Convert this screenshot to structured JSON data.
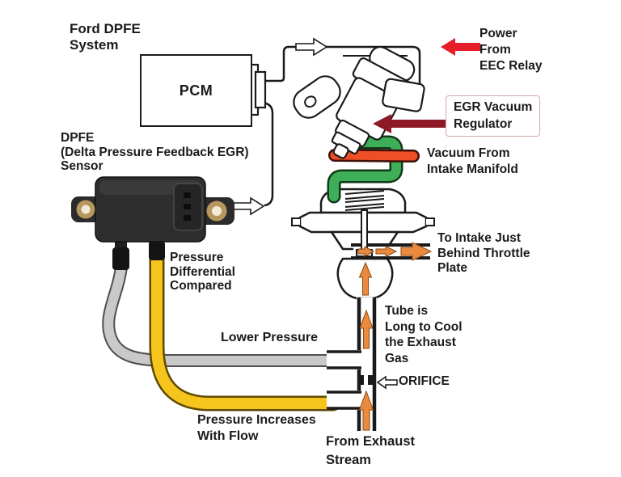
{
  "diagram": {
    "title": "Ford DPFE\nSystem",
    "pcm_label": "PCM",
    "sensor_label": "DPFE\n(Delta Pressure Feedback EGR)\nSensor",
    "labels": {
      "power_from_relay": "Power\nFrom\nEEC Relay",
      "egr_vacuum_regulator": "EGR Vacuum\nRegulator",
      "vacuum_from_intake": "Vacuum From\nIntake Manifold",
      "pressure_differential": "Pressure\nDifferential\nCompared",
      "lower_pressure": "Lower Pressure",
      "pressure_increases": "Pressure Increases\nWith Flow",
      "to_intake": "To Intake Just\nBehind Throttle\nPlate",
      "tube_long": "Tube is\nLong to Cool\nthe Exhaust\nGas",
      "orifice": "ORIFICE",
      "from_exhaust": "From Exhaust\nStream"
    },
    "colors": {
      "power_arrow": "#E51E29",
      "regulator_arrow": "#8E1A28",
      "vacuum_tube": "#EE4F27",
      "egr_signal_tube": "#3FAE58",
      "high_pressure_tube": "#F5C41D",
      "low_pressure_tube": "#C9C9C9",
      "flow_arrow": "#E98A3F",
      "label_box_border": "#D9A8A8",
      "sensor_body": "#2B2B2B",
      "eyelet_brass": "#B8975F",
      "line_ink": "#1A1A1A"
    }
  }
}
